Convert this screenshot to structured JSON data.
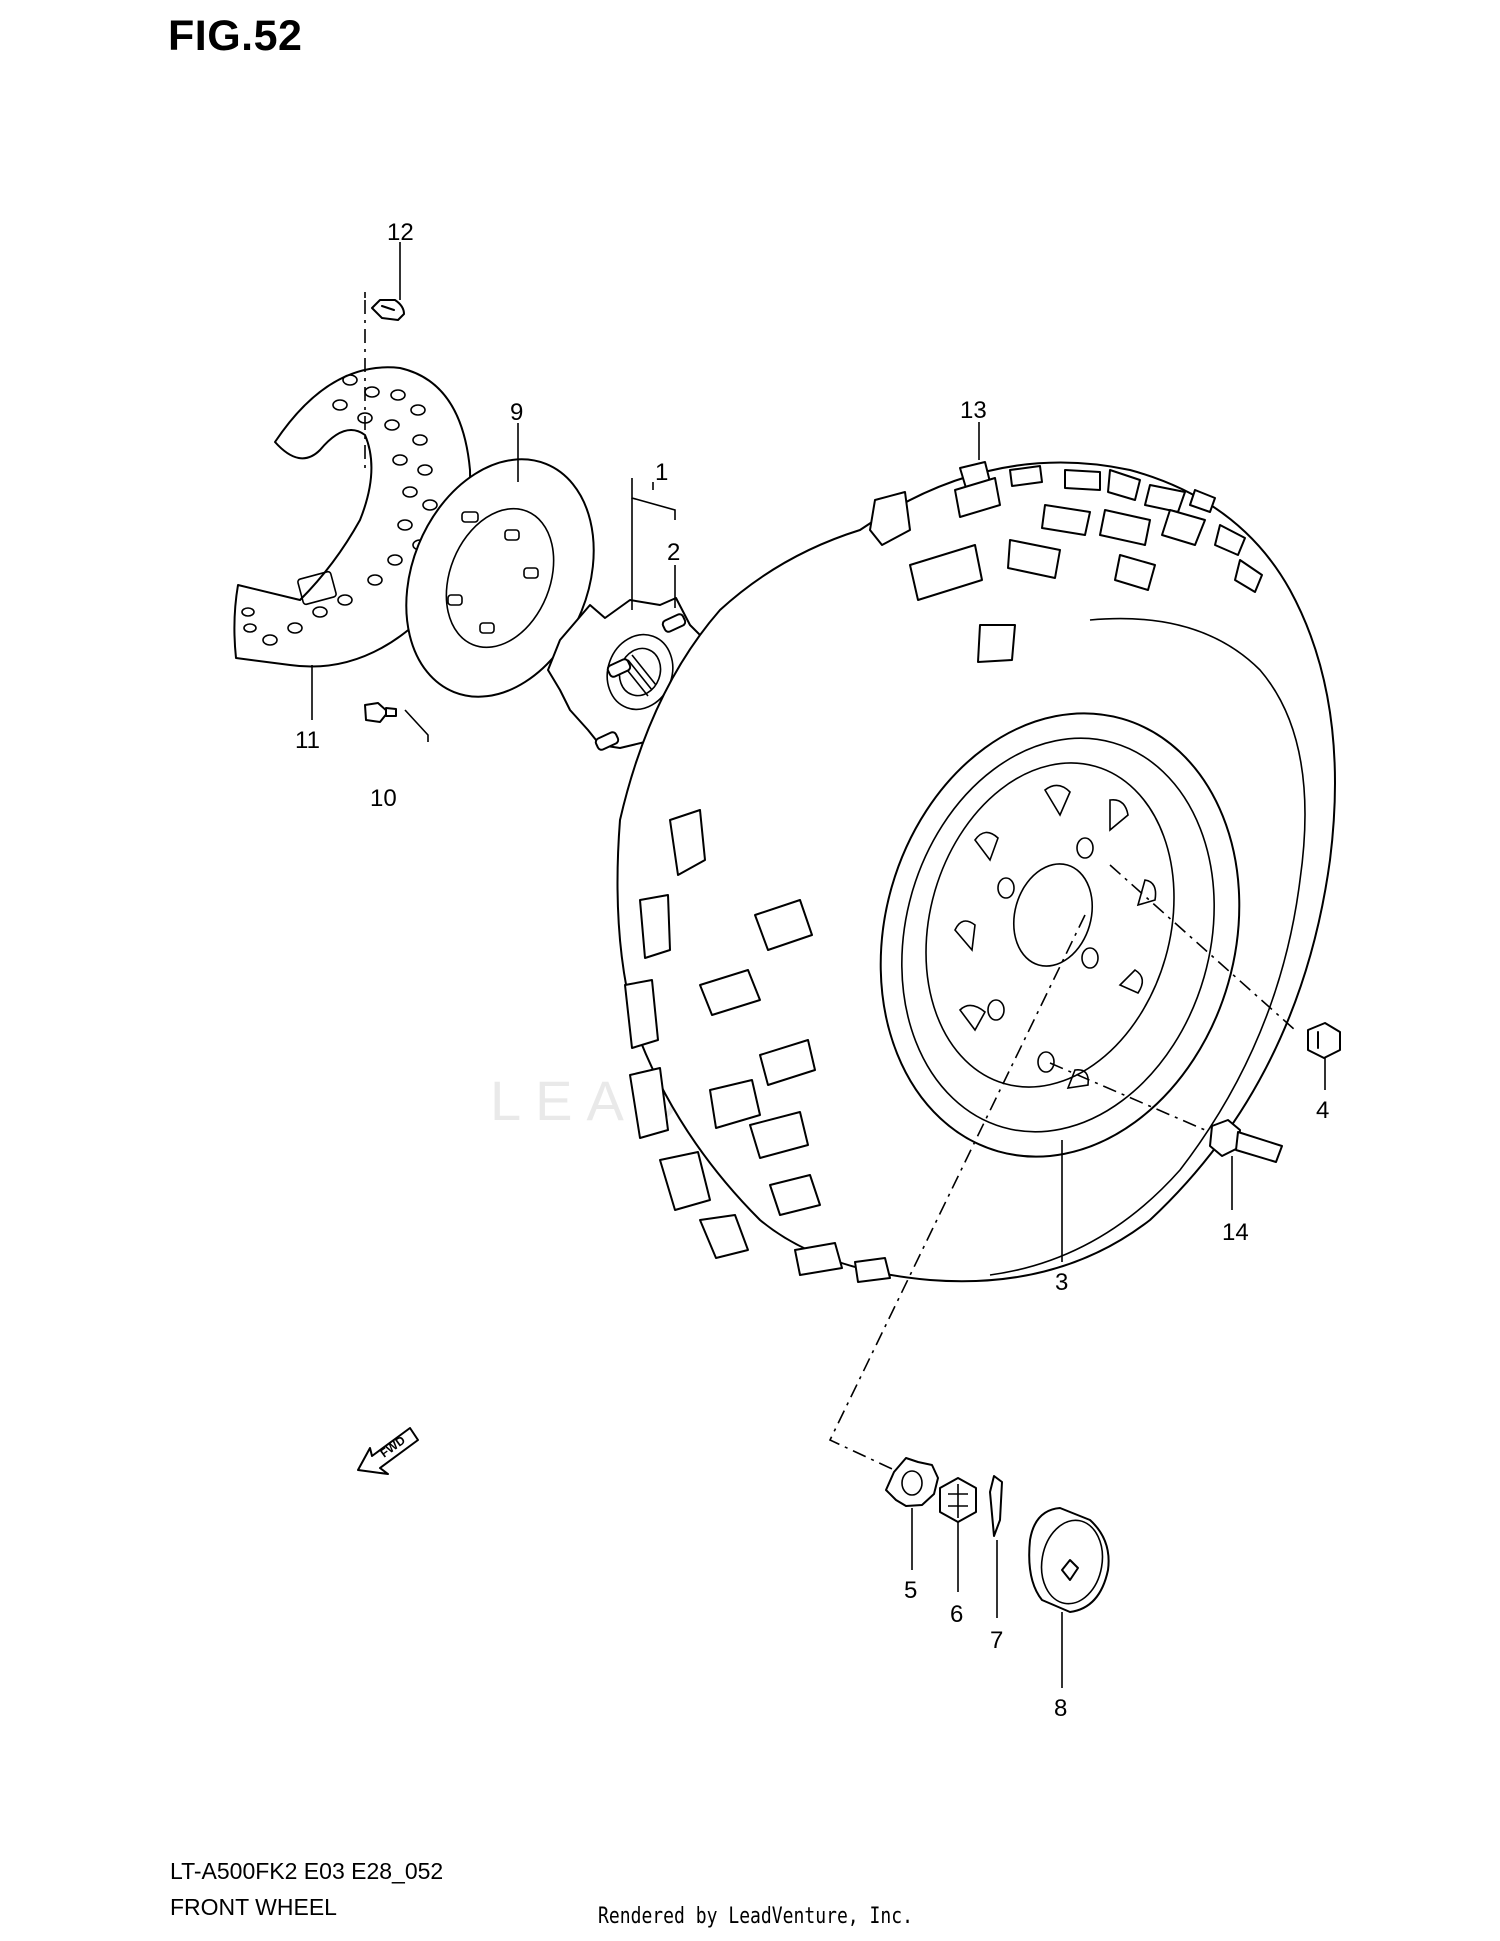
{
  "figure": {
    "title": "FIG.52"
  },
  "callouts": [
    {
      "id": "1",
      "label": "1"
    },
    {
      "id": "2",
      "label": "2"
    },
    {
      "id": "3",
      "label": "3"
    },
    {
      "id": "4",
      "label": "4"
    },
    {
      "id": "5",
      "label": "5"
    },
    {
      "id": "6",
      "label": "6"
    },
    {
      "id": "7",
      "label": "7"
    },
    {
      "id": "8",
      "label": "8"
    },
    {
      "id": "9",
      "label": "9"
    },
    {
      "id": "10",
      "label": "10"
    },
    {
      "id": "11",
      "label": "11"
    },
    {
      "id": "12",
      "label": "12"
    },
    {
      "id": "13",
      "label": "13"
    },
    {
      "id": "14",
      "label": "14"
    }
  ],
  "fwd_arrow": {
    "label": "FWD"
  },
  "watermark": {
    "text": "LEADVENTURE"
  },
  "footer": {
    "model_code": "LT-A500FK2 E03 E28_052",
    "section_name": "FRONT WHEEL",
    "rendered_by": "Rendered by LeadVenture, Inc."
  }
}
